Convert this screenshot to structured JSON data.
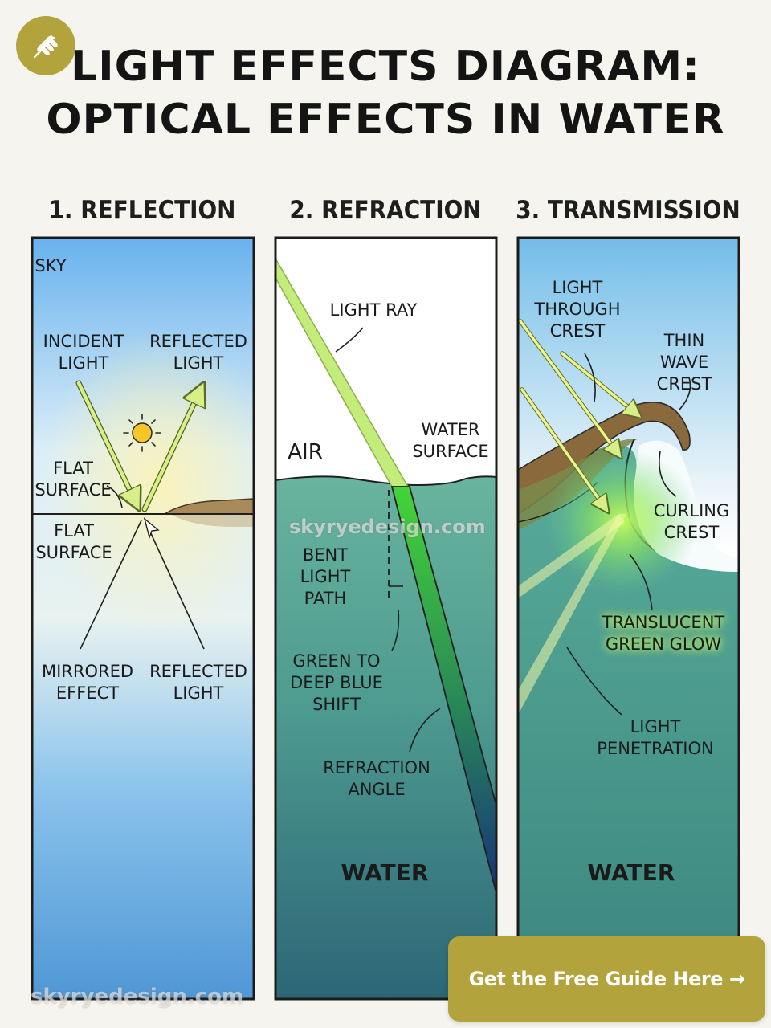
{
  "title_line1": "LIGHT EFFECTS DIAGRAM:",
  "title_line2": "OPTICAL EFFECTS IN WATER",
  "panels": {
    "reflection": {
      "heading": "1. REFLECTION",
      "sky": "SKY",
      "incident": "INCIDENT\nLIGHT",
      "reflected_top": "REFLECTED\nLIGHT",
      "flat_surface_top": "FLAT\nSURFACE",
      "flat_surface_bottom": "FLAT\nSURFACE",
      "mirrored": "MIRRORED\nEFFECT",
      "reflected_bottom": "REFLECTED\nLIGHT"
    },
    "refraction": {
      "heading": "2. REFRACTION",
      "light_ray": "LIGHT RAY",
      "water_surface": "WATER\nSURFACE",
      "air": "AIR",
      "bent_path": "BENT\nLIGHT\nPATH",
      "color_shift": "GREEN TO\nDEEP BLUE\nSHIFT",
      "refraction_angle": "REFRACTION\nANGLE",
      "water": "WATER"
    },
    "transmission": {
      "heading": "3. TRANSMISSION",
      "light_through": "LIGHT\nTHROUGH\nCREST",
      "thin_crest": "THIN WAVE\nCREST",
      "curling_crest": "CURLING\nCREST",
      "translucent": "TRANSLUCENT\nGREEN GLOW",
      "penetration": "LIGHT\nPENETRATION",
      "water": "WATER"
    }
  },
  "watermark_center": "skyryedesign.com",
  "watermark_bottom": "skyryedesign.com",
  "cta_label": "Get the Free Guide Here →",
  "colors": {
    "accent": "#b3a33c",
    "sky_top": "#6fb4ee",
    "water_green": "#5aa693",
    "water_deep": "#2d6b78",
    "light_ray": "#c4ec7a"
  },
  "icons": [
    "wheat-logo-icon",
    "sun-icon"
  ]
}
